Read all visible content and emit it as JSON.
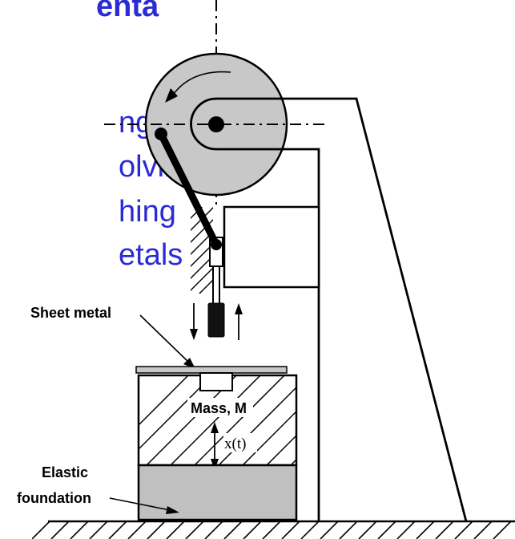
{
  "side_text": {
    "line0": "enta",
    "line1": "ng",
    "line2": "olving",
    "line3": "hing",
    "line4": "etals"
  },
  "labels": {
    "sheet_metal": "Sheet metal",
    "mass": "Mass, M",
    "displacement": "x(t)",
    "elastic_line1": "Elastic",
    "elastic_line2": "foundation"
  },
  "colors": {
    "side_text": "#2b2bd6",
    "flywheel_fill": "#c8c8c8",
    "foundation_fill": "#c0c0c0",
    "sheet_fill": "#c8c8c8",
    "line": "#000000"
  }
}
